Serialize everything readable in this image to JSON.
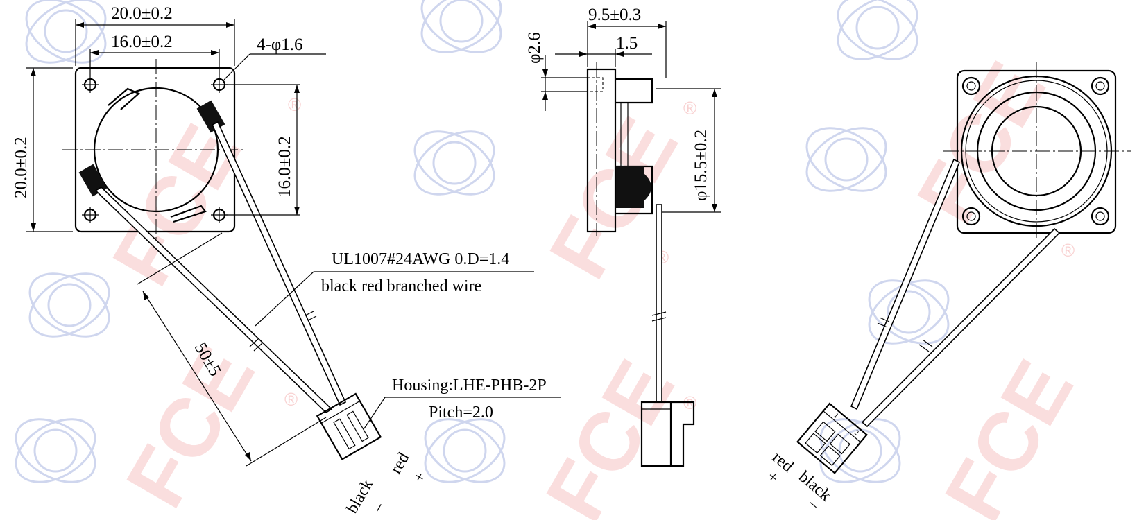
{
  "front_view": {
    "outer_width": "20.0±0.2",
    "hole_pitch_width": "16.0±0.2",
    "hole_spec": "4-φ1.6",
    "outer_height": "20.0±0.2",
    "hole_pitch_height": "16.0±0.2",
    "lead_length": "50±5",
    "wire_spec": "UL1007#24AWG 0.D=1.4",
    "wire_desc": "black red branched wire",
    "housing": "Housing:LHE-PHB-2P",
    "pitch": "Pitch=2.0",
    "label_black": "black",
    "label_red": "red",
    "sign_minus": "−",
    "sign_plus": "+"
  },
  "side_view": {
    "total_thickness": "9.5±0.3",
    "flange": "1.5",
    "hole_dia": "φ2.6",
    "cone_dia": "φ15.5±0.2"
  },
  "rear_view": {
    "label_red": "red",
    "label_black": "black",
    "sign_plus": "+",
    "sign_minus": "−",
    "pin_1": "1",
    "pin_2": "2"
  },
  "watermark": {
    "brand": "FCE",
    "registered": "®",
    "color": "#f3a3a3"
  }
}
